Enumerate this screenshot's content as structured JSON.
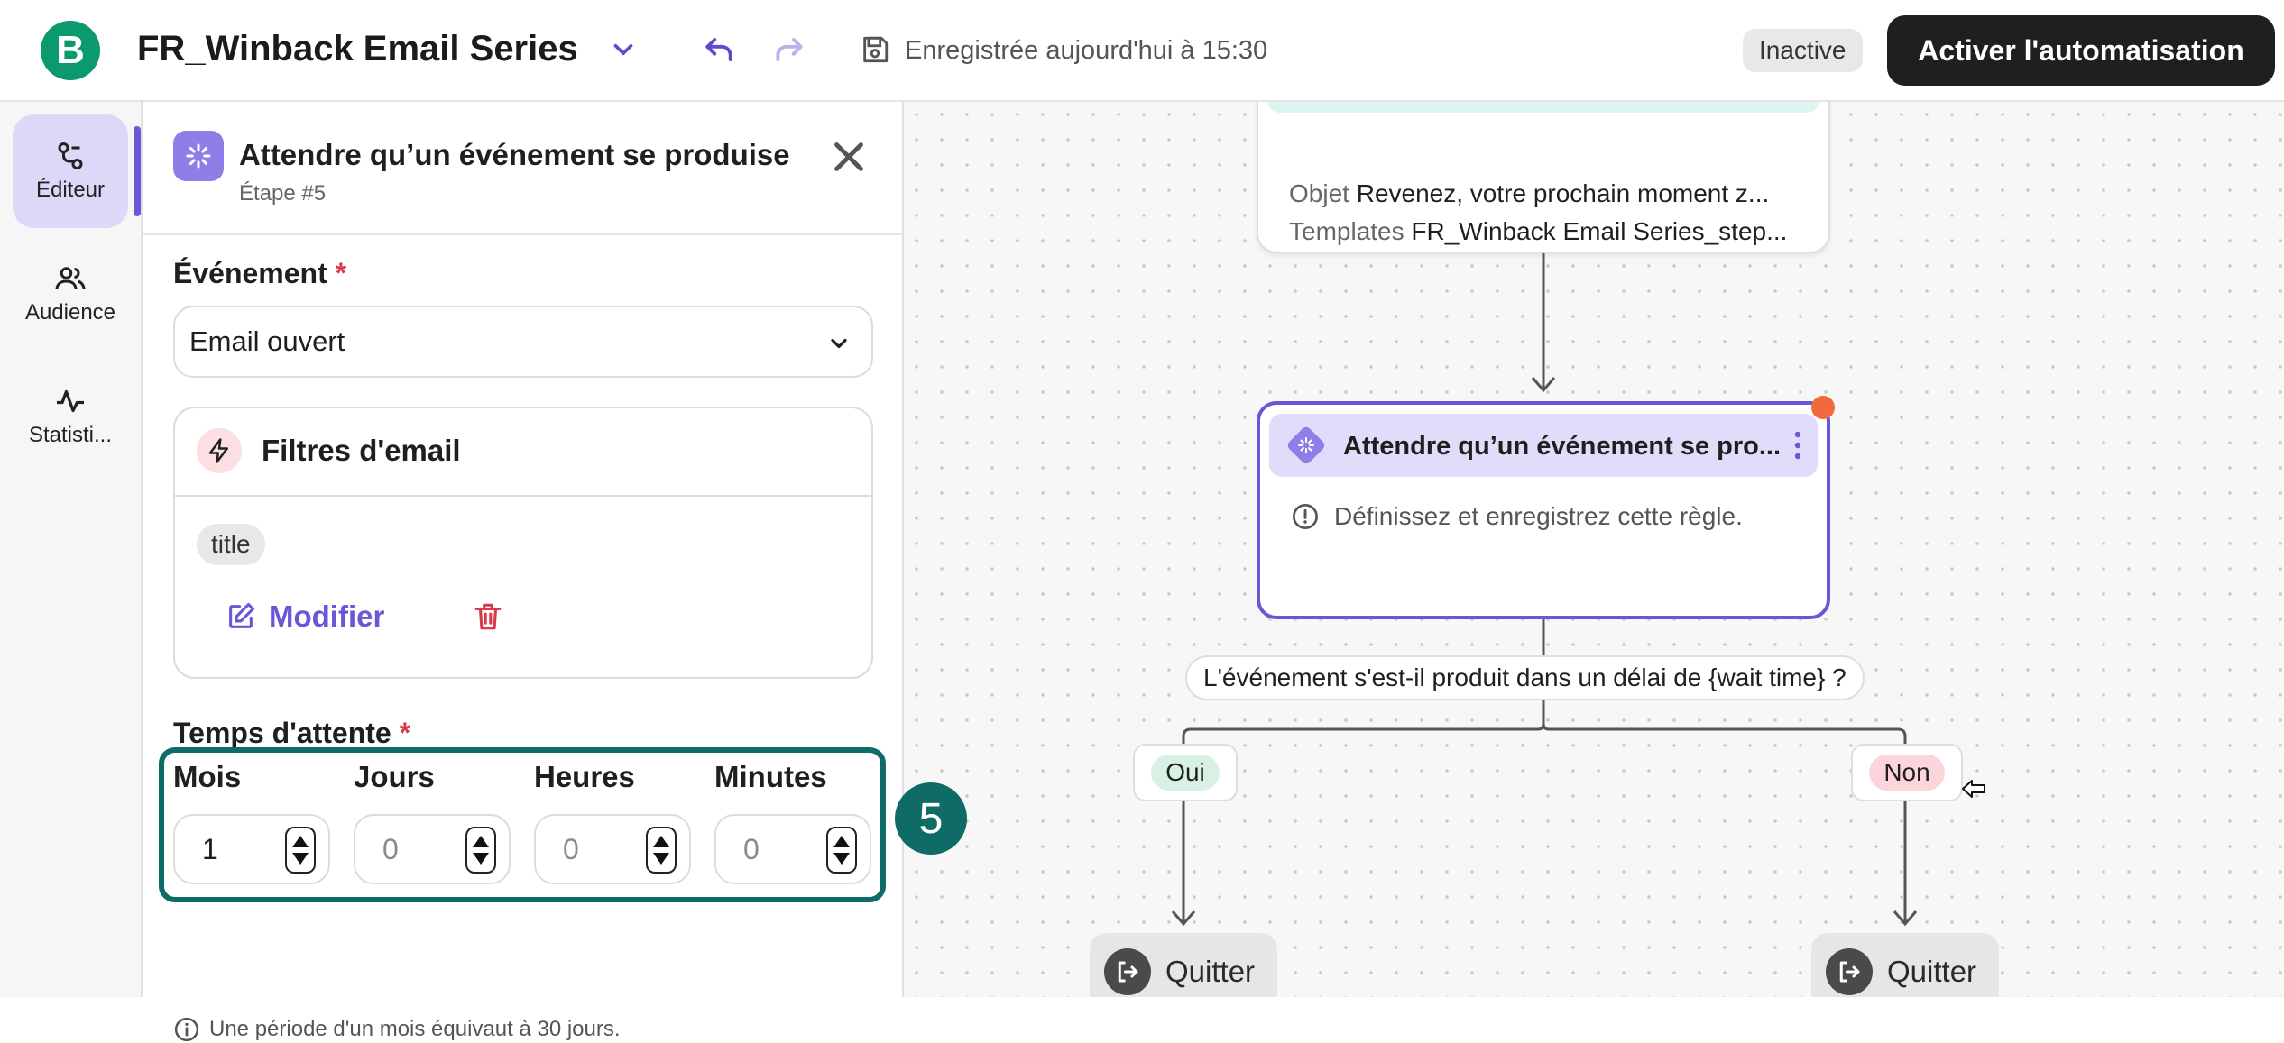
{
  "header": {
    "logo_letter": "B",
    "title": "FR_Winback Email Series",
    "save_status": "Enregistrée aujourd'hui à 15:30",
    "status_badge": "Inactive",
    "activate_label": "Activer l'automatisation"
  },
  "rail": {
    "items": [
      {
        "label": "Éditeur",
        "icon": "workflow-icon",
        "active": true
      },
      {
        "label": "Audience",
        "icon": "users-icon",
        "active": false
      },
      {
        "label": "Statisti...",
        "icon": "activity-icon",
        "active": false
      }
    ]
  },
  "panel": {
    "title": "Attendre qu’un événement se produise",
    "subtitle": "Étape #5",
    "event_label": "Événement",
    "required_mark": "*",
    "event_value": "Email ouvert",
    "filters_title": "Filtres d'email",
    "filter_chip": "title",
    "modify_label": "Modifier",
    "wait_label": "Temps d'attente",
    "units": [
      {
        "label": "Mois",
        "value": "1"
      },
      {
        "label": "Jours",
        "value": "0"
      },
      {
        "label": "Heures",
        "value": "0"
      },
      {
        "label": "Minutes",
        "value": "0"
      }
    ],
    "hint": "Une période d'un mois équivaut à 30 jours.",
    "step_badge": "5"
  },
  "canvas": {
    "email_node": {
      "subject_key": "Objet",
      "subject_value": "Revenez, votre prochain moment z...",
      "templates_key": "Templates",
      "templates_value": "FR_Winback Email Series_step..."
    },
    "wait_node": {
      "title": "Attendre qu’un événement se pro...",
      "warning": "Définissez et enregistrez cette règle."
    },
    "question": "L'événement s'est-il produit dans un délai de {wait time} ?",
    "branch_yes": "Oui",
    "branch_no": "Non",
    "quit_label": "Quitter"
  },
  "colors": {
    "brand": "#0b996e",
    "accent": "#6b56d6",
    "highlight": "#0f6b66",
    "danger": "#d63a4c"
  }
}
